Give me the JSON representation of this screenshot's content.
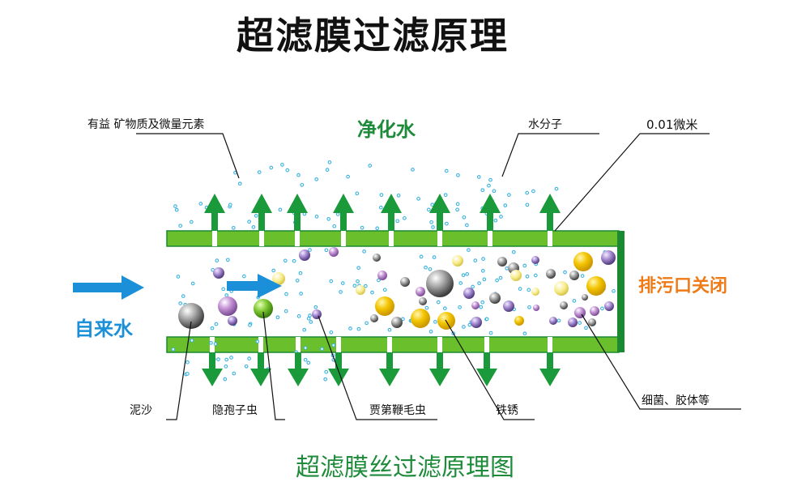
{
  "title": "超滤膜过滤原理",
  "caption": "超滤膜丝过滤原理图",
  "labels": {
    "clean_water": "净化水",
    "tap_water": "自来水",
    "drain_closed": "排污口关闭",
    "minerals": "有益 矿物质及微量元素",
    "water_molecule": "水分子",
    "pore_size": "0.01微米",
    "silt": "泥沙",
    "cryptosporidium": "隐孢子虫",
    "giardia": "贾第鞭毛虫",
    "rust": "铁锈",
    "bacteria_colloid": "细菌、胶体等"
  },
  "colors": {
    "membrane": "#69bf2c",
    "membrane_edge": "#1a8a31",
    "arrow_green": "#1a9a3a",
    "arrow_blue": "#1b8fd8",
    "water_dot": "#38b2e0",
    "gray_particle": "#8a8a8a",
    "purple_particle": "#9a79c0",
    "yellow_particle": "#f2c500",
    "green_particle": "#6ab82a"
  }
}
